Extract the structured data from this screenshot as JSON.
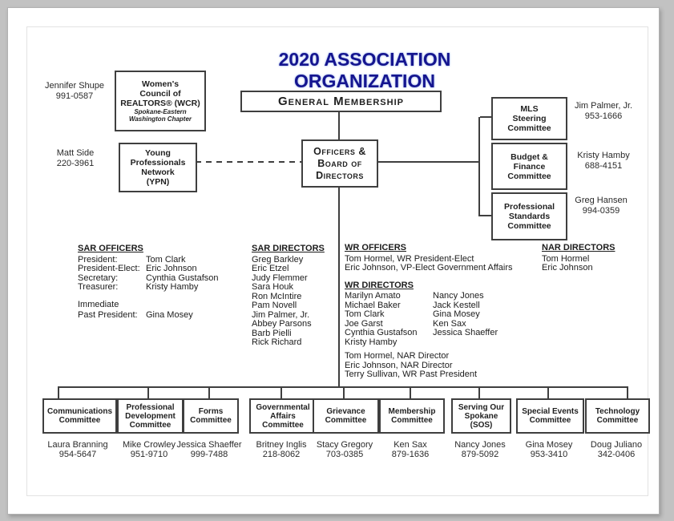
{
  "title": "2020 ASSOCIATION ORGANIZATION",
  "colors": {
    "title_blue": "#15158f",
    "line": "#3f3f3f"
  },
  "boxes": {
    "wcr": {
      "line1": "Women's",
      "line2": "Council of",
      "line3": "REALTORS® (WCR)",
      "sub1": "Spokane-Eastern",
      "sub2": "Washington Chapter"
    },
    "general_membership": {
      "label": "General Membership"
    },
    "ypn": {
      "line1": "Young",
      "line2": "Professionals",
      "line3": "Network",
      "line4": "(YPN)"
    },
    "officers_board": {
      "line1": "Officers &",
      "line2": "Board of",
      "line3": "Directors"
    },
    "mls": {
      "line1": "MLS",
      "line2": "Steering",
      "line3": "Committee"
    },
    "budget": {
      "line1": "Budget &",
      "line2": "Finance",
      "line3": "Committee"
    },
    "prof_standards": {
      "line1": "Professional",
      "line2": "Standards",
      "line3": "Committee"
    }
  },
  "contacts": {
    "wcr": {
      "name": "Jennifer Shupe",
      "phone": "991-0587"
    },
    "ypn": {
      "name": "Matt Side",
      "phone": "220-3961"
    },
    "mls": {
      "name": "Jim Palmer, Jr.",
      "phone": "953-1666"
    },
    "budget": {
      "name": "Kristy Hamby",
      "phone": "688-4151"
    },
    "prof_standards": {
      "name": "Greg Hansen",
      "phone": "994-0359"
    }
  },
  "sar_officers": {
    "heading": "SAR OFFICERS",
    "rows": [
      {
        "label": "President:",
        "name": "Tom Clark"
      },
      {
        "label": "President-Elect:",
        "name": "Eric Johnson"
      },
      {
        "label": "Secretary:",
        "name": "Cynthia Gustafson"
      },
      {
        "label": "Treasurer:",
        "name": "Kristy Hamby"
      }
    ],
    "immediate_label": "Immediate",
    "past_label": "Past President:",
    "past_name": "Gina Mosey"
  },
  "sar_directors": {
    "heading": "SAR DIRECTORS",
    "names": [
      "Greg Barkley",
      "Eric Etzel",
      "Judy Flemmer",
      "Sara Houk",
      "Ron McIntire",
      "Pam Novell",
      "Jim Palmer, Jr.",
      "Abbey Parsons",
      "Barb Pielli",
      "Rick Richard"
    ]
  },
  "wr_officers": {
    "heading": "WR OFFICERS",
    "line1": "Tom Hormel, WR President-Elect",
    "line2": "Eric Johnson, VP-Elect Government Affairs"
  },
  "wr_directors": {
    "heading": "WR DIRECTORS",
    "col1": [
      "Marilyn Amato",
      "Michael Baker",
      "Tom Clark",
      "Joe Garst",
      "Cynthia Gustafson",
      "Kristy Hamby"
    ],
    "col2": [
      "Nancy Jones",
      "Jack Kestell",
      "Gina Mosey",
      "Ken Sax",
      "Jessica Shaeffer"
    ],
    "note1": "Tom Hormel, NAR Director",
    "note2": "Eric Johnson, NAR Director",
    "note3": "Terry Sullivan, WR Past President"
  },
  "nar_directors": {
    "heading": "NAR DIRECTORS",
    "name1": "Tom Hormel",
    "name2": "Eric Johnson"
  },
  "committees": [
    {
      "line1": "Communications",
      "line2": "Committee",
      "name": "Laura Branning",
      "phone": "954-5647"
    },
    {
      "line1": "Professional",
      "line2": "Development",
      "line3": "Committee",
      "name": "Mike Crowley",
      "phone": "951-9710"
    },
    {
      "line1": "Forms",
      "line2": "Committee",
      "name": "Jessica Shaeffer",
      "phone": "999-7488"
    },
    {
      "line1": "Governmental",
      "line2": "Affairs",
      "line3": "Committee",
      "name": "Britney Inglis",
      "phone": "218-8062"
    },
    {
      "line1": "Grievance",
      "line2": "Committee",
      "name": "Stacy Gregory",
      "phone": "703-0385"
    },
    {
      "line1": "Membership",
      "line2": "Committee",
      "name": "Ken Sax",
      "phone": "879-1636"
    },
    {
      "line1": "Serving Our",
      "line2": "Spokane",
      "line3": "(SOS)",
      "name": "Nancy Jones",
      "phone": "879-5092"
    },
    {
      "line1": "Special Events",
      "line2": "Committee",
      "name": "Gina Mosey",
      "phone": "953-3410"
    },
    {
      "line1": "Technology",
      "line2": "Committee",
      "name": "Doug Juliano",
      "phone": "342-0406"
    }
  ]
}
